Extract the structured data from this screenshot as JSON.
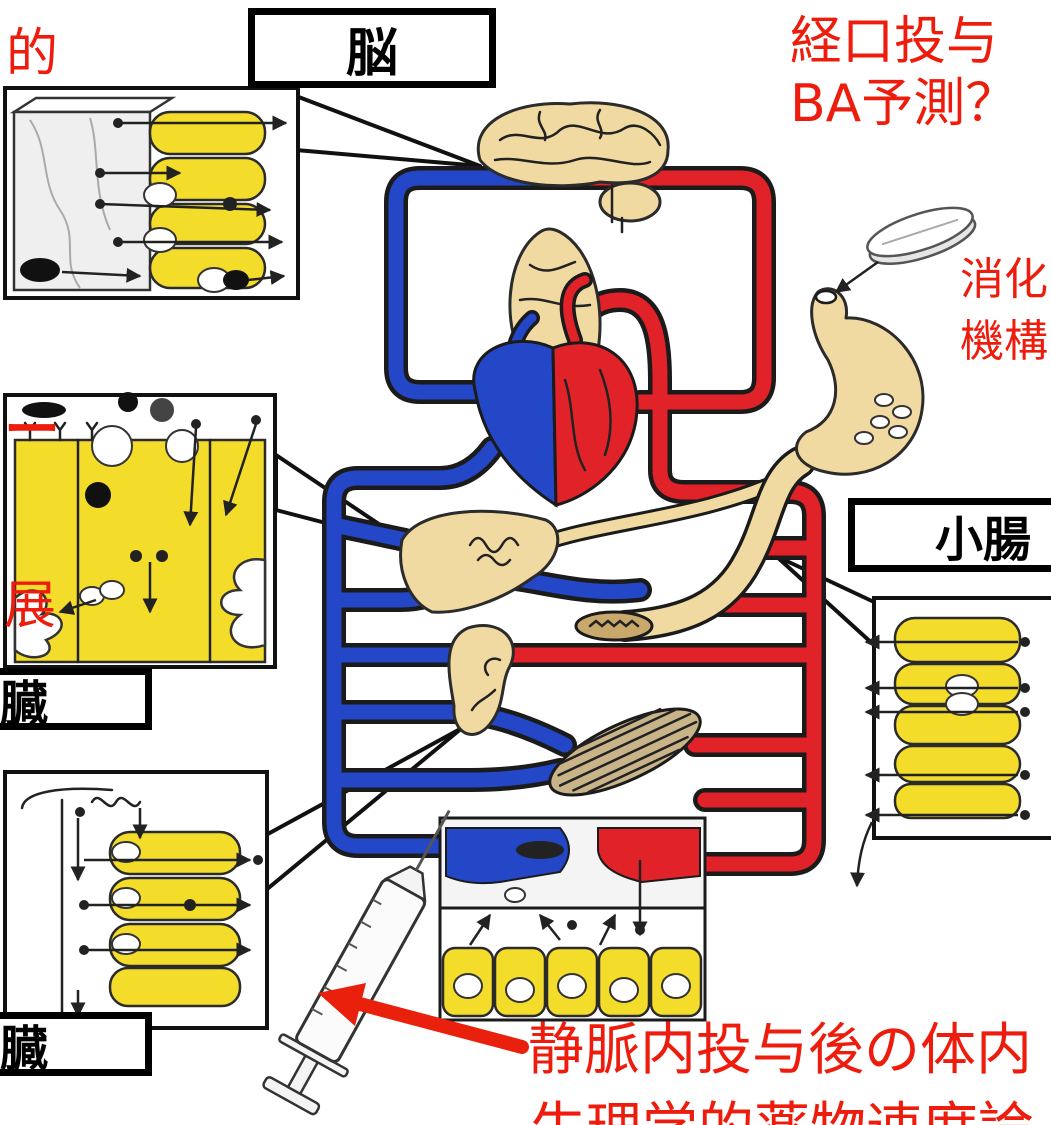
{
  "labels": {
    "top_left_fragment": "的",
    "brain_box": "脳",
    "oral_line1": "経口投与",
    "oral_line2": "BA予測？",
    "digest_line1": "消化",
    "digest_line2": "機構",
    "left_dash": "ー",
    "left_fragment": "展",
    "liver_box": "臓",
    "kidney_box": "臓",
    "small_intestine_box": "小腸",
    "iv_line1": "静脈内投与後の体内",
    "iv_line2": "生理学的薬物速度論"
  },
  "colors": {
    "label_red": "#ee1c0c",
    "vein_blue": "#2347c6",
    "artery_red": "#e12228",
    "organ_tan": "#f1d9a2",
    "cell_yellow": "#f3dc2a",
    "pointer_arrow_red": "#e8200c"
  },
  "icons": {
    "tablet": "tablet-icon",
    "syringe": "syringe-icon",
    "pointer": "red-arrow-icon"
  }
}
